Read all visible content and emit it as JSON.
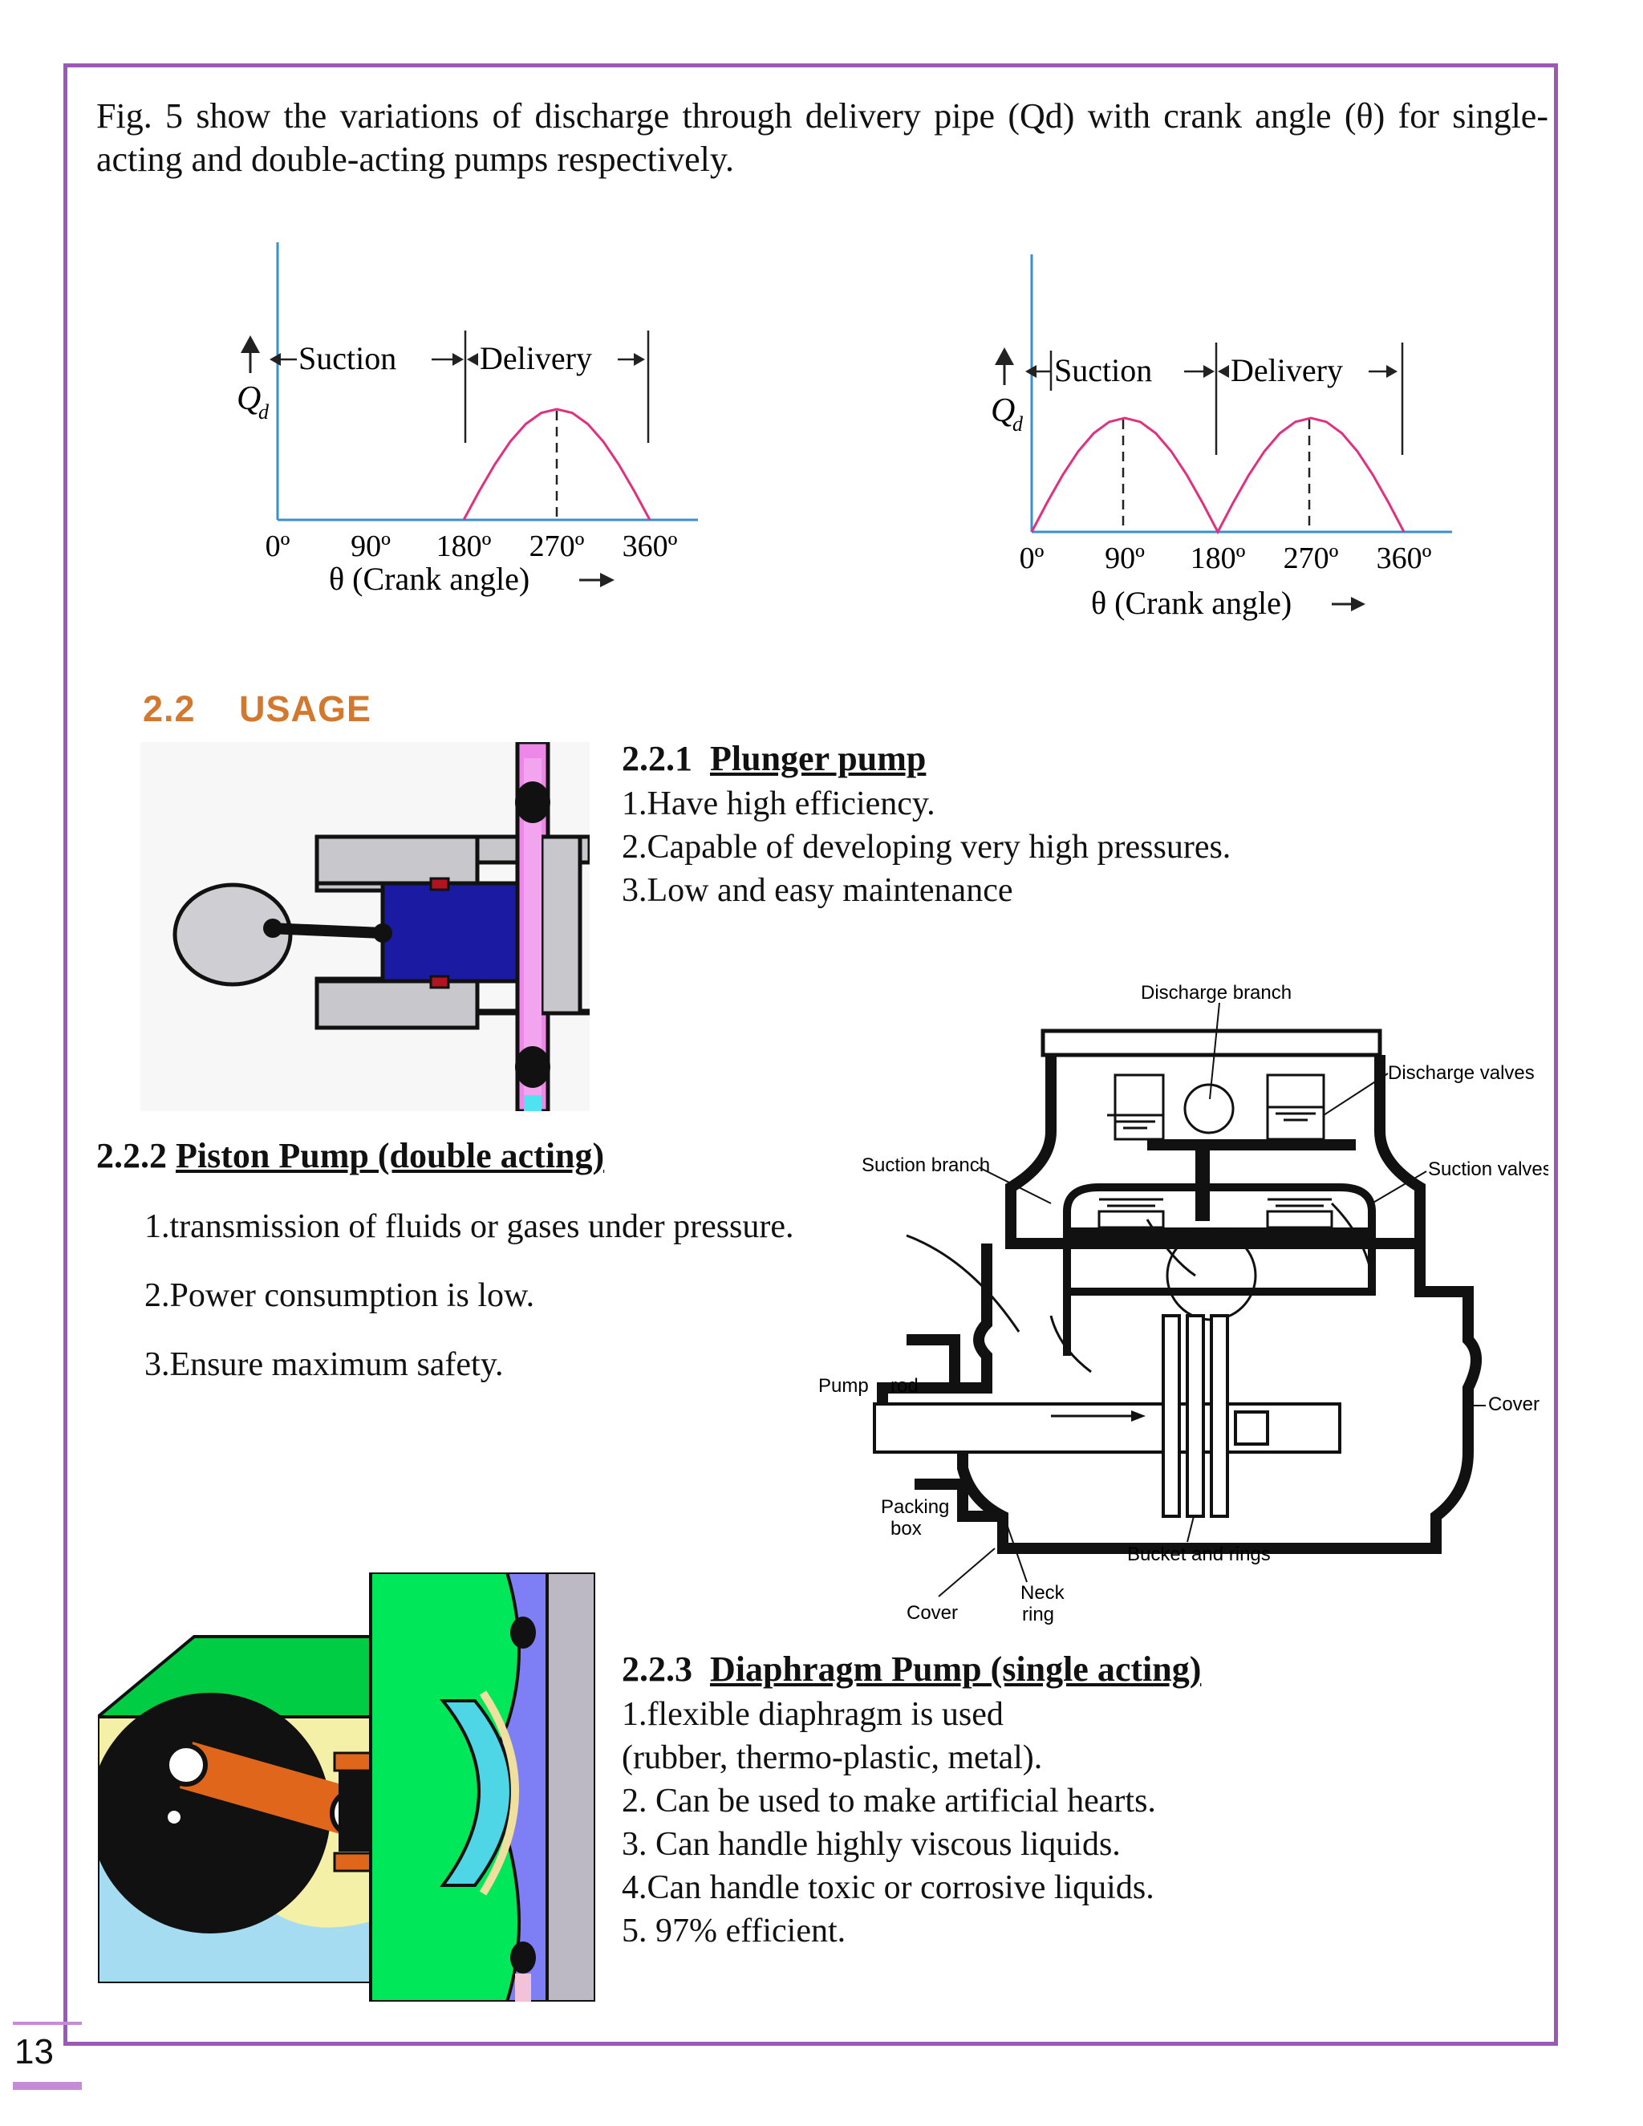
{
  "intro_text": "Fig. 5 show the variations of discharge through delivery pipe (Qd) with crank angle (θ) for single-acting and double-acting pumps respectively.",
  "section": {
    "number": "2.2",
    "title": "USAGE"
  },
  "plunger": {
    "number": "2.2.1",
    "title": "Plunger pump",
    "items": [
      "1.Have high efficiency.",
      "2.Capable of developing very high pressures.",
      "3.Low and easy maintenance"
    ]
  },
  "piston": {
    "number": "2.2.2",
    "title": "Piston Pump (double acting)",
    "items": [
      "1.transmission of fluids or gases under pressure.",
      "2.Power consumption is low.",
      "3.Ensure maximum safety."
    ]
  },
  "diaphragm": {
    "number": "2.2.3",
    "title": "Diaphragm Pump (single acting)",
    "items": [
      "1.flexible diaphragm is used",
      "(rubber, thermo-plastic, metal).",
      "2. Can be used to make artificial hearts.",
      "3. Can handle highly viscous liquids.",
      "4.Can handle toxic or corrosive liquids.",
      "5. 97% efficient."
    ]
  },
  "pump_labels": {
    "discharge_branch": "Discharge branch",
    "discharge_valves": "Discharge valves",
    "suction_branch": "Suction branch",
    "suction_valves": "Suction valves",
    "pump": "Pump",
    "rod": "rod",
    "cover_right": "Cover",
    "packing": "Packing",
    "box": "box",
    "bucket": "Bucket and rings",
    "neck": "Neck",
    "ring": "ring",
    "cover_bottom": "Cover"
  },
  "page_number": "13",
  "chart_data": [
    {
      "type": "line",
      "x": [
        180,
        195,
        210,
        225,
        240,
        255,
        270,
        285,
        300,
        315,
        330,
        345,
        360
      ],
      "y": [
        0,
        0.259,
        0.5,
        0.707,
        0.866,
        0.966,
        1,
        0.966,
        0.866,
        0.707,
        0.5,
        0.259,
        0
      ],
      "xlim": [
        0,
        360
      ],
      "xticks": [
        "0º",
        "90º",
        "180º",
        "270º",
        "360º"
      ],
      "xlabel": "θ (Crank angle)",
      "ylabel": "Q",
      "ylabel_sub": "d",
      "phase_labels": [
        "Suction",
        "Delivery"
      ],
      "line_color": "#e0307f",
      "axis_color": "#3b8fd0"
    },
    {
      "type": "line",
      "x": [
        0,
        15,
        30,
        45,
        60,
        75,
        90,
        105,
        120,
        135,
        150,
        165,
        180,
        195,
        210,
        225,
        240,
        255,
        270,
        285,
        300,
        315,
        330,
        345,
        360
      ],
      "y": [
        0,
        0.259,
        0.5,
        0.707,
        0.866,
        0.966,
        1,
        0.966,
        0.866,
        0.707,
        0.5,
        0.259,
        0,
        0.259,
        0.5,
        0.707,
        0.866,
        0.966,
        1,
        0.966,
        0.866,
        0.707,
        0.5,
        0.259,
        0
      ],
      "xlim": [
        0,
        360
      ],
      "xticks": [
        "0º",
        "90º",
        "180º",
        "270º",
        "360º"
      ],
      "xlabel": "θ (Crank angle)",
      "ylabel": "Q",
      "ylabel_sub": "d",
      "phase_labels": [
        "Suction",
        "Delivery"
      ],
      "line_color": "#e0307f",
      "axis_color": "#3b8fd0"
    }
  ]
}
